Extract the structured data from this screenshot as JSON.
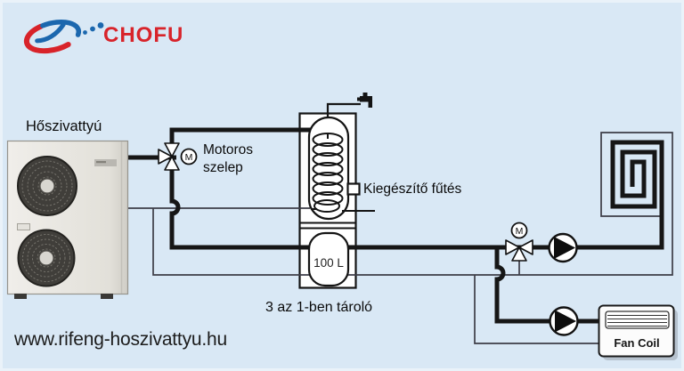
{
  "brand": {
    "name": "CHOFU"
  },
  "colors": {
    "background": "#d9e8f5",
    "pipe": "#161616",
    "pipe_thin": "#3d3d47",
    "brand_red": "#d8232a",
    "brand_blue": "#1b67ae",
    "label": "#0b0b0b"
  },
  "labels": {
    "heat_pump": "Hőszivattyú",
    "motor_valve": "Motoros\nszelep",
    "aux_heating": "Kiegészítő fűtés",
    "tank_volume": "100 L",
    "tank_caption": "3 az 1-ben tároló",
    "fan_coil": "Fan Coil",
    "valve_motor": "M",
    "website": "www.rifeng-hoszivattyu.hu"
  }
}
